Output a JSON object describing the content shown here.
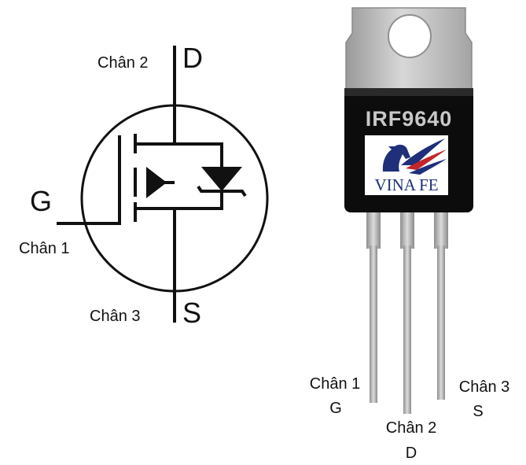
{
  "symbol": {
    "gate_letter": "G",
    "drain_letter": "D",
    "source_letter": "S",
    "gate_pin": "Chân 1",
    "drain_pin": "Chân 2",
    "source_pin": "Chân 3"
  },
  "package": {
    "part_number": "IRF9640",
    "logo_text": "VINA FE",
    "pins": [
      {
        "name": "Chân 1",
        "letter": "G"
      },
      {
        "name": "Chân 2",
        "letter": "D"
      },
      {
        "name": "Chân 3",
        "letter": "S"
      }
    ]
  },
  "colors": {
    "body": "#0c0c0c",
    "tab": "#c9c9c9",
    "leads": "#bdbdbd",
    "logo_blue": "#1f2f7a",
    "logo_red": "#c0262c"
  }
}
